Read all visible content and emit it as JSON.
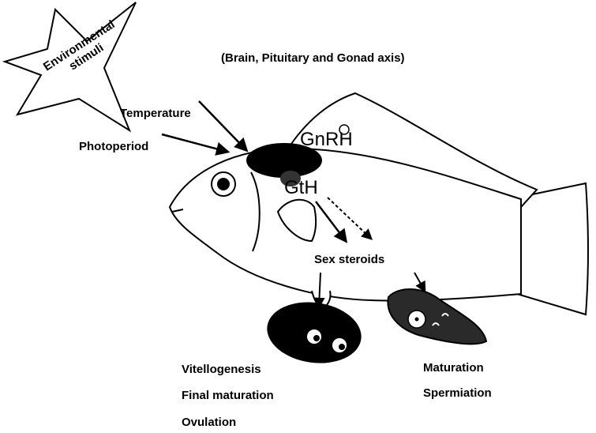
{
  "star": {
    "line1": "Environmental",
    "line2": "stimuli"
  },
  "axis_title": "(Brain, Pituitary and Gonad axis)",
  "inputs": {
    "temperature": "Temperature",
    "photoperiod": "Photoperiod"
  },
  "hormones": {
    "gnrh": "GnRH",
    "gth": "GtH",
    "sex_steroids": "Sex steroids"
  },
  "female_effects": [
    "Vitellogenesis",
    "Final maturation",
    "Ovulation"
  ],
  "male_effects": [
    "Maturation",
    "Spermiation"
  ]
}
